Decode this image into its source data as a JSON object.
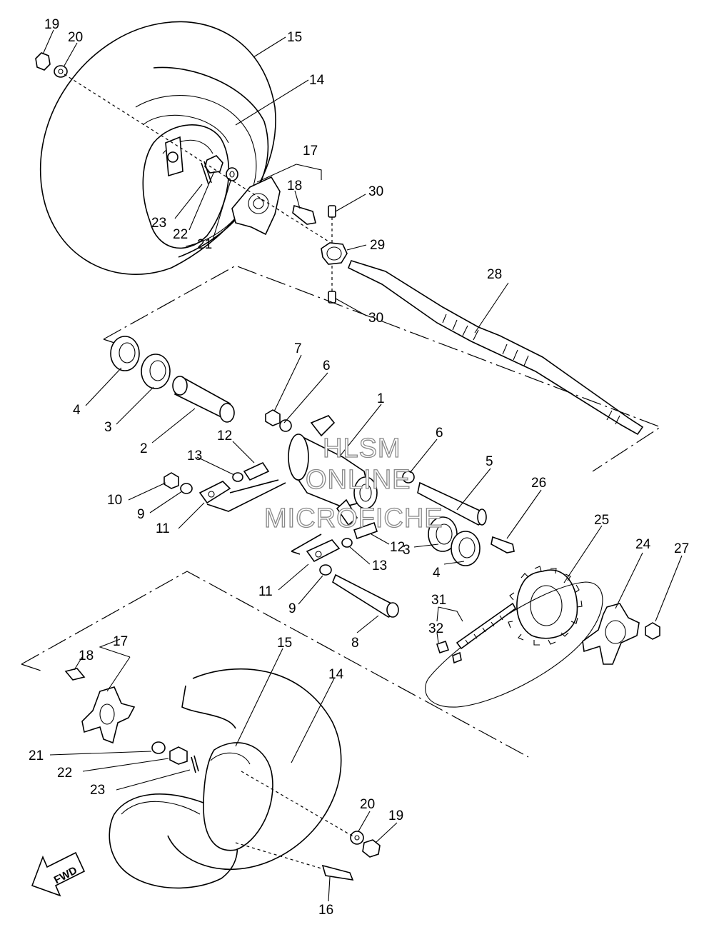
{
  "watermark": {
    "line1": "HLSM",
    "line2": "ONLINE",
    "line3": "MICROFICHE"
  },
  "direction_label": "FWD",
  "part_numbers": {
    "p1": "1",
    "p2": "2",
    "p3a": "3",
    "p3b": "3",
    "p4a": "4",
    "p4b": "4",
    "p5": "5",
    "p6a": "6",
    "p6b": "6",
    "p7": "7",
    "p8": "8",
    "p9a": "9",
    "p9b": "9",
    "p10": "10",
    "p11a": "11",
    "p11b": "11",
    "p12a": "12",
    "p12b": "12",
    "p13a": "13",
    "p13b": "13",
    "p14a": "14",
    "p14b": "14",
    "p15a": "15",
    "p15b": "15",
    "p16": "16",
    "p17a": "17",
    "p17b": "17",
    "p18a": "18",
    "p18b": "18",
    "p19a": "19",
    "p19b": "19",
    "p20a": "20",
    "p20b": "20",
    "p21a": "21",
    "p21b": "21",
    "p22a": "22",
    "p22b": "22",
    "p23a": "23",
    "p23b": "23",
    "p24": "24",
    "p25": "25",
    "p26": "26",
    "p27": "27",
    "p28": "28",
    "p29": "29",
    "p30a": "30",
    "p30b": "30",
    "p31": "31",
    "p32": "32"
  }
}
